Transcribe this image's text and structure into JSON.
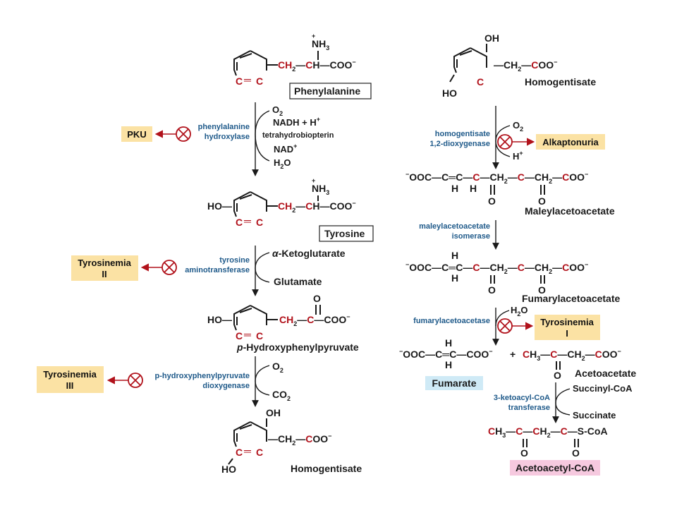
{
  "molecules": {
    "phenylalanine": {
      "name": "Phenylalanine",
      "chain": [
        "CH",
        "2",
        "—",
        "C",
        "H—COO",
        "−"
      ],
      "amine": "NH",
      "amine_sub": "3",
      "plus": "+"
    },
    "tyrosine": {
      "name": "Tyrosine",
      "ho": "HO—",
      "chain": [
        "CH",
        "2",
        "—",
        "C",
        "H—COO",
        "−"
      ],
      "amine": "NH",
      "amine_sub": "3",
      "plus": "+"
    },
    "hpp": {
      "name_prefix": "p",
      "name_rest": "-Hydroxyphenylpyruvate",
      "ho": "HO—",
      "chain": [
        "CH",
        "2",
        "—",
        "C",
        "—COO",
        "−"
      ],
      "o": "O"
    },
    "homogentisate_left": {
      "name": "Homogentisate",
      "oh": "OH",
      "ho": "HO",
      "chain": [
        "—CH",
        "2",
        "—",
        "C",
        "OO",
        "−"
      ]
    },
    "homogentisate_right": {
      "name": "Homogentisate",
      "oh": "OH",
      "ho": "HO",
      "chain": [
        "—CH",
        "2",
        "—",
        "C",
        "OO",
        "−"
      ]
    },
    "maleylacetoacetate": {
      "name": "Maleylacetoacetate",
      "formula_parts": [
        "−",
        "OOC—",
        "C",
        "═",
        "C",
        "—",
        "C",
        "—CH",
        "2",
        "—",
        "C",
        "—CH",
        "2",
        "—",
        "C",
        "OO",
        "−"
      ],
      "h1": "H",
      "h2": "H",
      "o1": "O",
      "o2": "O"
    },
    "fumarylacetoacetate": {
      "name": "Fumarylacetoacetate",
      "h_top": "H",
      "h_bot": "H",
      "o1": "O",
      "o2": "O"
    },
    "fumarate": {
      "name": "Fumarate",
      "h_top": "H",
      "h_bot": "H"
    },
    "acetoacetate": {
      "name": "Acetoacetate",
      "o": "O"
    },
    "acetoacetyl_coa": {
      "name": "Acetoacetyl-CoA",
      "scoa": "S-CoA",
      "o1": "O",
      "o2": "O"
    }
  },
  "ring": {
    "c_left": "C",
    "eq": "═",
    "c_right": "C"
  },
  "steps": {
    "step1": {
      "enzyme": [
        "phenylalanine",
        "hydroxylase"
      ],
      "in1": "O",
      "in1_sub": "2",
      "in2": "NADH + H",
      "in2_sup": "+",
      "cofactor": "tetrahydrobiopterin",
      "out1": "NAD",
      "out1_sup": "+",
      "out2": "H",
      "out2_sub": "2",
      "out2_rest": "O"
    },
    "step2": {
      "enzyme": [
        "tyrosine",
        "aminotransferase"
      ],
      "in1_greek": "α",
      "in1": "-Ketoglutarate",
      "out1": "Glutamate"
    },
    "step3": {
      "enzyme": [
        "p-hydroxyphenylpyruvate",
        "dioxygenase"
      ],
      "in1": "O",
      "in1_sub": "2",
      "out1": "CO",
      "out1_sub": "2"
    },
    "step4": {
      "enzyme": [
        "homogentisate",
        "1,2-dioxygenase"
      ],
      "in1": "O",
      "in1_sub": "2",
      "out1": "H",
      "out1_sup": "+"
    },
    "step5": {
      "enzyme": [
        "maleylacetoacetate",
        "isomerase"
      ]
    },
    "step6": {
      "enzyme": [
        "fumarylacetoacetase"
      ],
      "in1": "H",
      "in1_sub": "2",
      "in1_rest": "O"
    },
    "step7": {
      "enzyme": [
        "3-ketoacyl-CoA",
        "transferase"
      ],
      "in1": "Succinyl-CoA",
      "out1": "Succinate"
    }
  },
  "disorders": {
    "pku": [
      "PKU"
    ],
    "tyrosinemia2": [
      "Tyrosinemia",
      "II"
    ],
    "tyrosinemia3": [
      "Tyrosinemia",
      "III"
    ],
    "alkaptonuria": [
      "Alkaptonuria"
    ],
    "tyrosinemia1": [
      "Tyrosinemia",
      "I"
    ]
  },
  "plus_sign": "+",
  "colors": {
    "carbon_highlight": "#b1121b",
    "enzyme": "#1f5a8a",
    "disorder_bg": "#fbe2a4",
    "fumarate_bg": "#cfeaf6",
    "acetoacetyl_bg": "#f6c9df"
  }
}
